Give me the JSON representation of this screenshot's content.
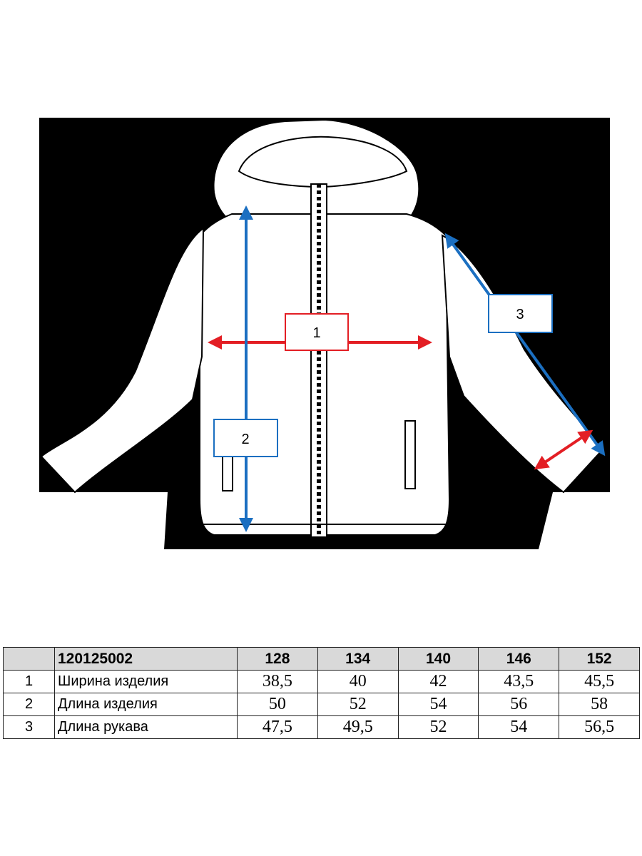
{
  "diagram": {
    "labels": [
      "1",
      "2",
      "3"
    ],
    "colors": {
      "width_arrow": "#e31e24",
      "length_arrow": "#1b6fc1",
      "sleeve_arrow": "#1b6fc1",
      "cuff_arrow": "#e31e24",
      "background": "#000000"
    }
  },
  "table": {
    "article": "120125002",
    "sizes": [
      "128",
      "134",
      "140",
      "146",
      "152"
    ],
    "rows": [
      {
        "num": "1",
        "name": "Ширина изделия",
        "values": [
          "38,5",
          "40",
          "42",
          "43,5",
          "45,5"
        ]
      },
      {
        "num": "2",
        "name": "Длина изделия",
        "values": [
          "50",
          "52",
          "54",
          "56",
          "58"
        ]
      },
      {
        "num": "3",
        "name": "Длина рукава",
        "values": [
          "47,5",
          "49,5",
          "52",
          "54",
          "56,5"
        ]
      }
    ]
  }
}
